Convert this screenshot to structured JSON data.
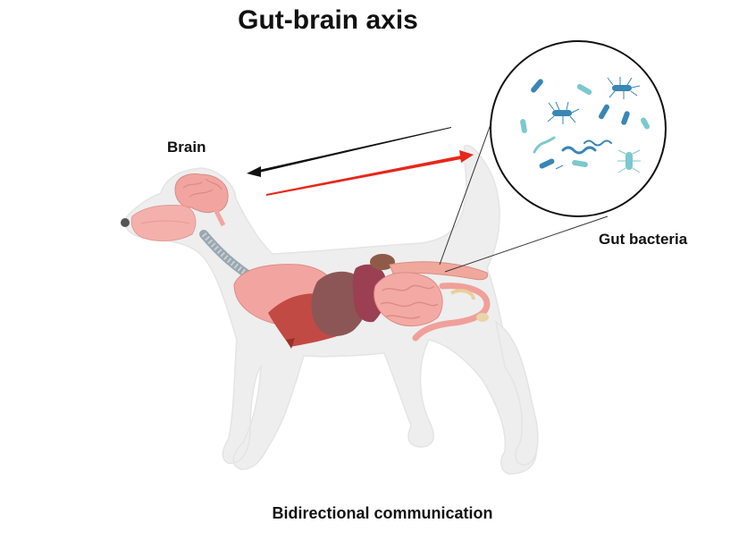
{
  "title": "Gut-brain axis",
  "labels": {
    "brain": "Brain",
    "gut_bacteria": "Gut bacteria",
    "bidirectional": "Bidirectional communication"
  },
  "colors": {
    "body": "#eeeeee",
    "organ_pink": "#f2a5a0",
    "liver": "#c24a45",
    "spleen": "#8c5656",
    "arrow_black": "#111111",
    "arrow_red": "#e8261a",
    "bacteria_blue": "#3a86b5",
    "bacteria_teal": "#7cc8cf"
  },
  "icons": [
    "dog-silhouette",
    "brain-icon",
    "lungs-icon",
    "liver-icon",
    "intestine-icon",
    "bacteria-icon"
  ]
}
